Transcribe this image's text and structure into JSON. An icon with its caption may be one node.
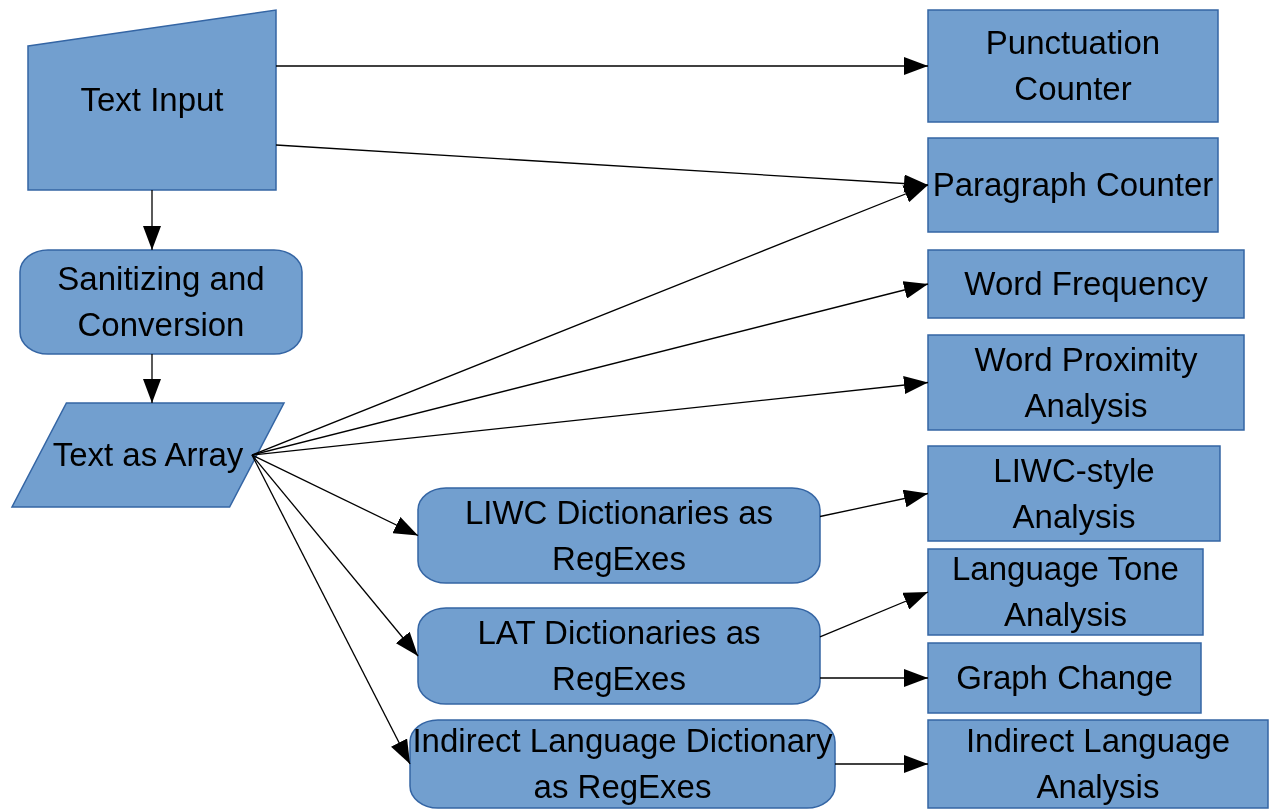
{
  "diagram": {
    "nodes": [
      {
        "text": [
          "Text Input"
        ]
      },
      {
        "text": [
          "Punctuation Counter"
        ]
      },
      {
        "text": [
          "Paragraph Counter"
        ]
      },
      {
        "text": [
          "Sanitizing and Conversion"
        ]
      },
      {
        "text": [
          "Text as Array"
        ]
      },
      {
        "text": [
          "Word Frequency"
        ]
      },
      {
        "text": [
          "Word Proximity Analysis"
        ]
      },
      {
        "text": [
          "LIWC Dictionaries as RegExes"
        ]
      },
      {
        "text": [
          "LIWC-style Analysis"
        ]
      },
      {
        "text": [
          "LAT Dictionaries as RegExes"
        ]
      },
      {
        "text": [
          "Language Tone Analysis"
        ]
      },
      {
        "text": [
          "Graph Change"
        ]
      },
      {
        "text": [
          "Indirect Language Dictionary as RegExes"
        ]
      },
      {
        "text": [
          "Indirect Language Analysis"
        ]
      }
    ],
    "edges": [
      {
        "from": 0,
        "to": 1,
        "arrow": "to"
      },
      {
        "from": 0,
        "to": 2,
        "arrow": "to"
      },
      {
        "from": 0,
        "to": 3,
        "arrow": "to"
      },
      {
        "from": 3,
        "to": 4,
        "arrow": "to"
      },
      {
        "from": 4,
        "to": 2,
        "arrow": "to"
      },
      {
        "from": 4,
        "to": 5,
        "arrow": "to"
      },
      {
        "from": 4,
        "to": 6,
        "arrow": "to"
      },
      {
        "from": 4,
        "to": 7,
        "arrow": "to"
      },
      {
        "from": 4,
        "to": 9,
        "arrow": "to"
      },
      {
        "from": 4,
        "to": 12,
        "arrow": "to"
      },
      {
        "from": 7,
        "to": 8,
        "arrow": "to"
      },
      {
        "from": 9,
        "to": 10,
        "arrow": "to"
      },
      {
        "from": 9,
        "to": 11,
        "arrow": "to"
      },
      {
        "from": 12,
        "to": 13,
        "arrow": "to"
      }
    ]
  }
}
